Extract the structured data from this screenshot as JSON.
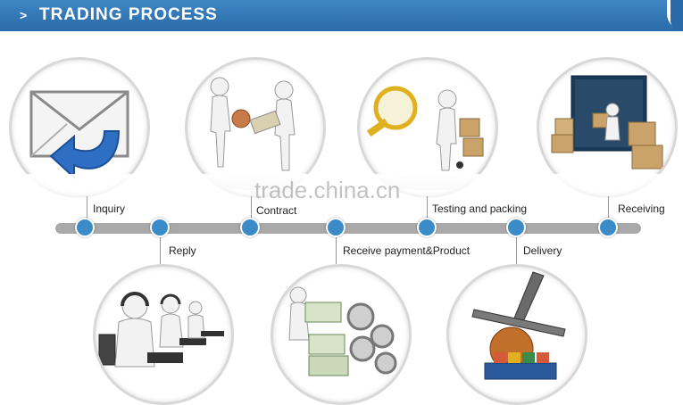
{
  "header": {
    "chevron": ">",
    "title": "TRADING PROCESS"
  },
  "watermark": "trade.china.cn",
  "steps": [
    {
      "label": "Inquiry"
    },
    {
      "label": "Reply"
    },
    {
      "label": "Contract"
    },
    {
      "label": "Receive payment&Product"
    },
    {
      "label": "Testing and packing"
    },
    {
      "label": "Delivery"
    },
    {
      "label": "Receiving"
    }
  ],
  "colors": {
    "header": "#2f73b4",
    "dot": "#3a8bc8",
    "track": "#a9a9a9"
  },
  "icons": {
    "inquiry": "envelope-icon",
    "contract": "handshake-figures-icon",
    "testing": "magnifier-boxes-icon",
    "receiving": "container-boxes-icon",
    "reply": "headset-operators-icon",
    "payment": "money-gears-icon",
    "delivery": "airplane-globe-ship-icon"
  }
}
